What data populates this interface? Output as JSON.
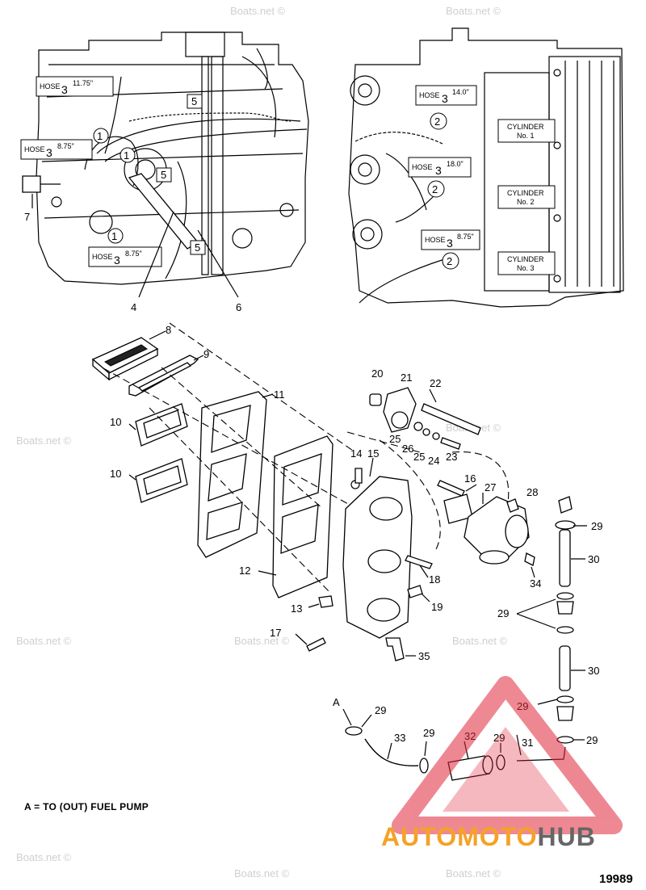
{
  "diagram": {
    "figure_number": "19989",
    "note": "A = TO (OUT) FUEL PUMP",
    "section_marker": "A",
    "watermark": "Boats.net ©",
    "logo": {
      "part1": "AUTOMOTO",
      "part2": "HUB"
    },
    "hose_labels": [
      {
        "word": "HOSE",
        "num": "3",
        "length": "11.75\""
      },
      {
        "word": "HOSE",
        "num": "3",
        "length": "8.75\""
      },
      {
        "word": "HOSE",
        "num": "3",
        "length": "8.75\""
      },
      {
        "word": "HOSE",
        "num": "3",
        "length": "14.0\""
      },
      {
        "word": "HOSE",
        "num": "3",
        "length": "18.0\""
      },
      {
        "word": "HOSE",
        "num": "3",
        "length": "8.75\""
      }
    ],
    "cylinder_labels": [
      {
        "line1": "CYLINDER",
        "line2": "No. 1"
      },
      {
        "line1": "CYLINDER",
        "line2": "No. 2"
      },
      {
        "line1": "CYLINDER",
        "line2": "No. 3"
      }
    ],
    "callouts": {
      "c1": "1",
      "c2": "2",
      "c4": "4",
      "c5": "5",
      "c6": "6",
      "c7": "7",
      "c8": "8",
      "c9": "9",
      "c10": "10",
      "c11": "11",
      "c12": "12",
      "c13": "13",
      "c14": "14",
      "c15": "15",
      "c16": "16",
      "c17": "17",
      "c18": "18",
      "c19": "19",
      "c20": "20",
      "c21": "21",
      "c22": "22",
      "c23": "23",
      "c24": "24",
      "c25": "25",
      "c26": "26",
      "c27": "27",
      "c28": "28",
      "c29": "29",
      "c30": "30",
      "c31": "31",
      "c32": "32",
      "c33": "33",
      "c34": "34",
      "c35": "35"
    }
  }
}
